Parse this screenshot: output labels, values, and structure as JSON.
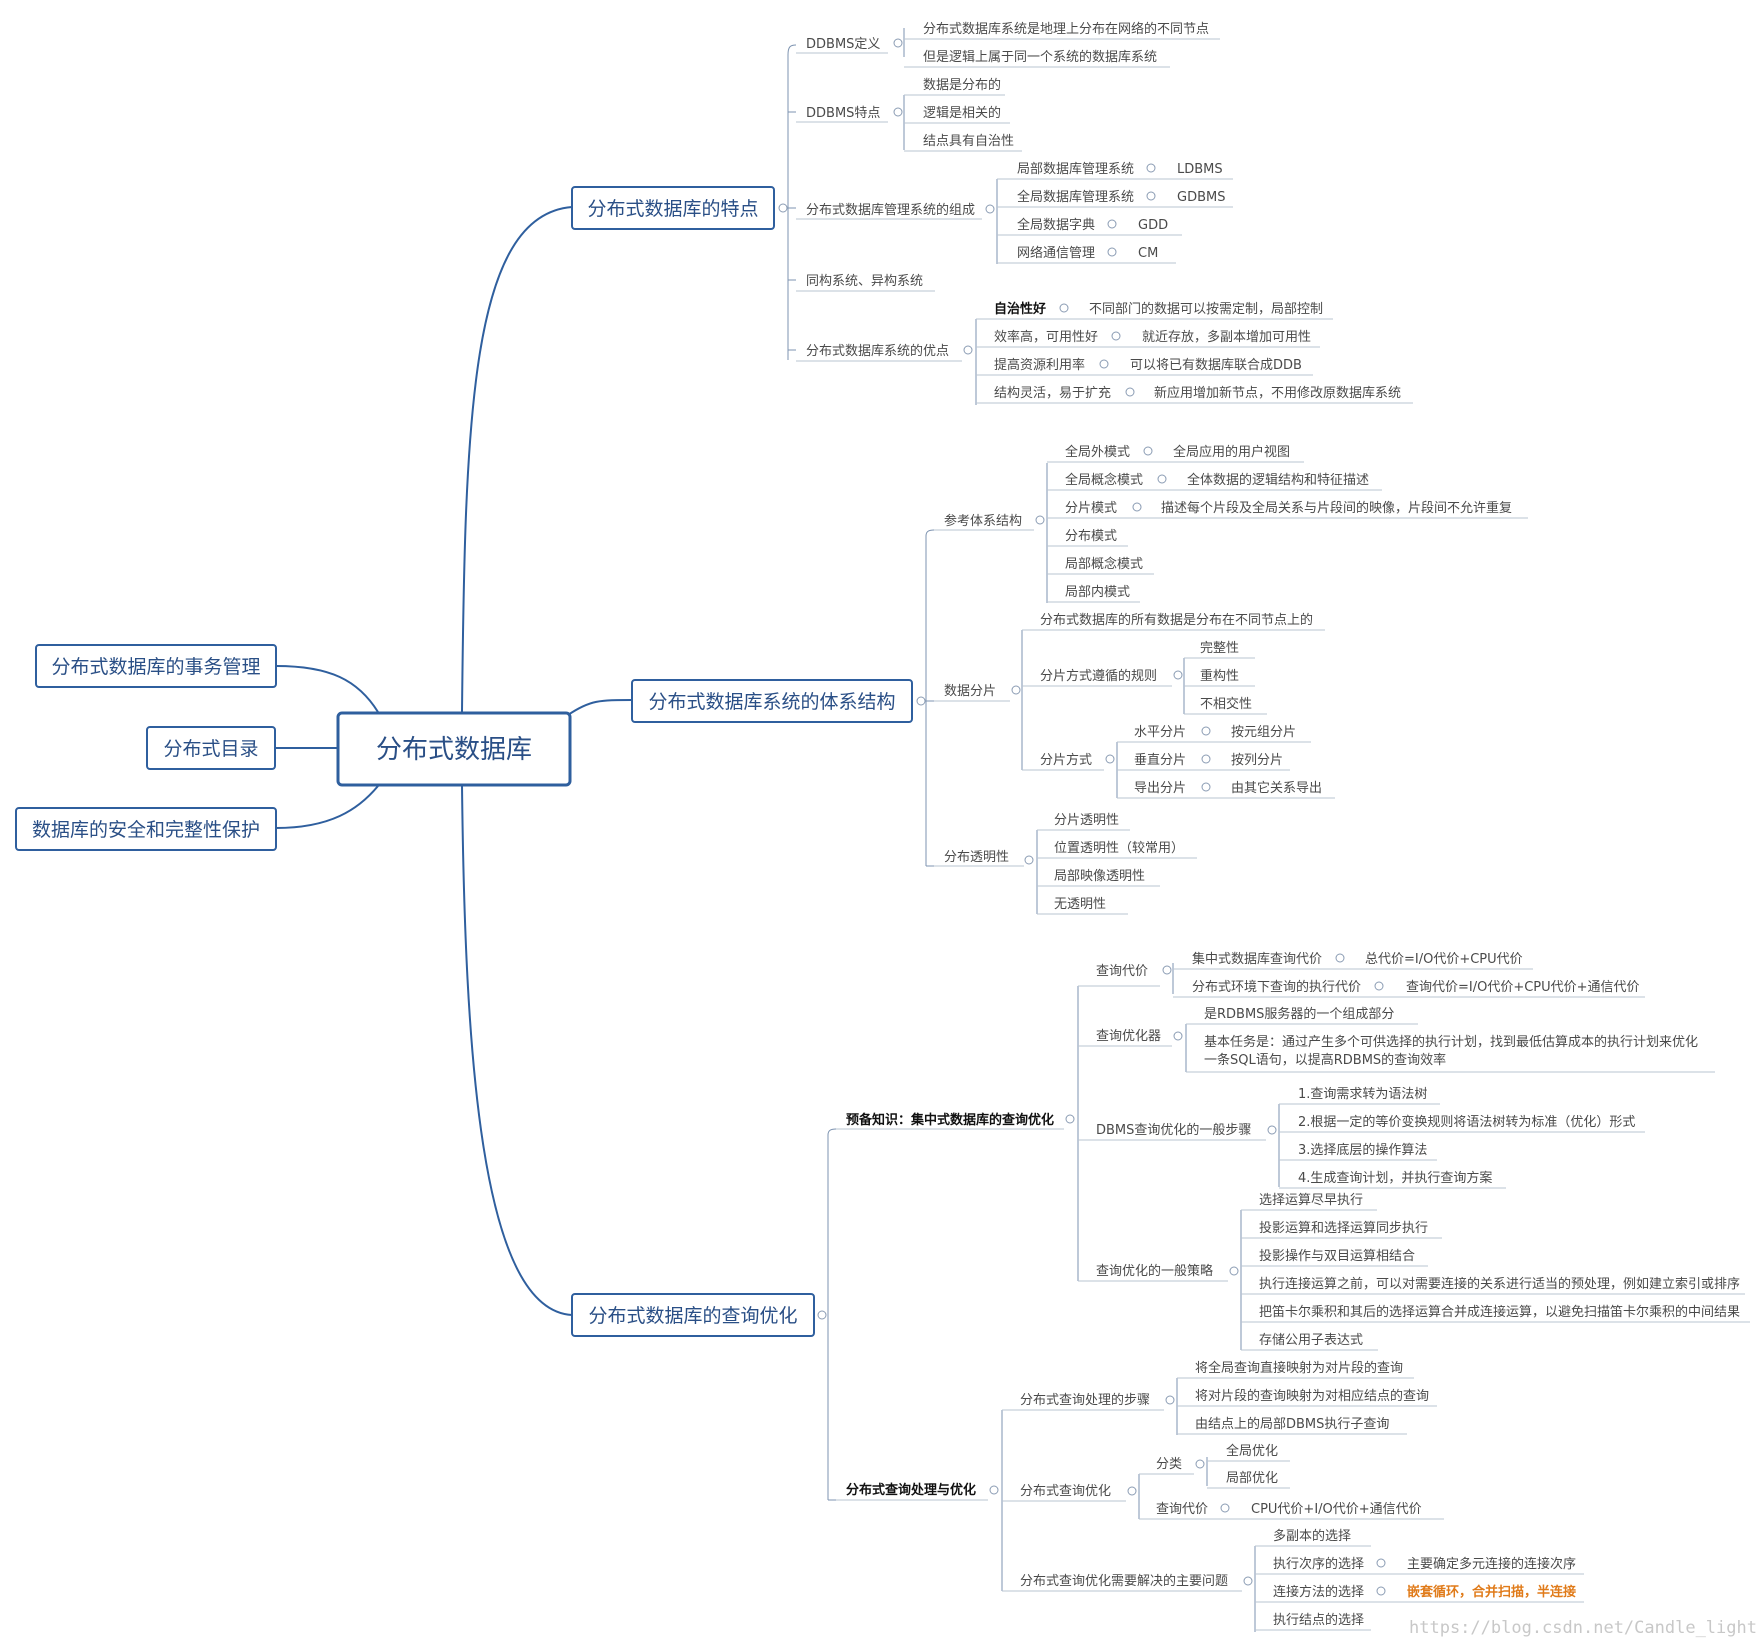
{
  "root": {
    "label": "分布式数据库"
  },
  "left": [
    {
      "label": "分布式数据库的事务管理"
    },
    {
      "label": "分布式目录"
    },
    {
      "label": "数据库的安全和完整性保护"
    }
  ],
  "b1": {
    "label": "分布式数据库的特点",
    "def": {
      "label": "DDBMS定义",
      "items": [
        "分布式数据库系统是地理上分布在网络的不同节点",
        "但是逻辑上属于同一个系统的数据库系统"
      ]
    },
    "feat": {
      "label": "DDBMS特点",
      "items": [
        "数据是分布的",
        "逻辑是相关的",
        "结点具有自治性"
      ]
    },
    "comp": {
      "label": "分布式数据库管理系统的组成",
      "items": [
        {
          "label": "局部数据库管理系统",
          "note": "LDBMS"
        },
        {
          "label": "全局数据库管理系统",
          "note": "GDBMS"
        },
        {
          "label": "全局数据字典",
          "note": "GDD"
        },
        {
          "label": "网络通信管理",
          "note": "CM"
        }
      ]
    },
    "homo": {
      "label": "同构系统、异构系统"
    },
    "adv": {
      "label": "分布式数据库系统的优点",
      "items": [
        {
          "label": "自治性好",
          "note": "不同部门的数据可以按需定制，局部控制"
        },
        {
          "label": "效率高，可用性好",
          "note": "就近存放，多副本增加可用性"
        },
        {
          "label": "提高资源利用率",
          "note": "可以将已有数据库联合成DDB"
        },
        {
          "label": "结构灵活，易于扩充",
          "note": "新应用增加新节点，不用修改原数据库系统"
        }
      ]
    }
  },
  "b2": {
    "label": "分布式数据库系统的体系结构",
    "ref": {
      "label": "参考体系结构",
      "items": [
        {
          "label": "全局外模式",
          "note": "全局应用的用户视图"
        },
        {
          "label": "全局概念模式",
          "note": "全体数据的逻辑结构和特征描述"
        },
        {
          "label": "分片模式",
          "note": "描述每个片段及全局关系与片段间的映像，片段间不允许重复"
        },
        {
          "label": "分布模式"
        },
        {
          "label": "局部概念模式"
        },
        {
          "label": "局部内模式"
        }
      ]
    },
    "frag": {
      "label": "数据分片",
      "note": "分布式数据库的所有数据是分布在不同节点上的",
      "rules": {
        "label": "分片方式遵循的规则",
        "items": [
          "完整性",
          "重构性",
          "不相交性"
        ]
      },
      "ways": {
        "label": "分片方式",
        "items": [
          {
            "label": "水平分片",
            "note": "按元组分片"
          },
          {
            "label": "垂直分片",
            "note": "按列分片"
          },
          {
            "label": "导出分片",
            "note": "由其它关系导出"
          }
        ]
      }
    },
    "trans": {
      "label": "分布透明性",
      "items": [
        "分片透明性",
        "位置透明性（较常用）",
        "局部映像透明性",
        "无透明性"
      ]
    }
  },
  "b3": {
    "label": "分布式数据库的查询优化",
    "pre": {
      "label": "预备知识：集中式数据库的查询优化",
      "cost": {
        "label": "查询代价",
        "items": [
          {
            "label": "集中式数据库查询代价",
            "note": "总代价=I/O代价+CPU代价"
          },
          {
            "label": "分布式环境下查询的执行代价",
            "note": "查询代价=I/O代价+CPU代价+通信代价"
          }
        ]
      },
      "opt": {
        "label": "查询优化器",
        "items": [
          "是RDBMS服务器的一个组成部分",
          "基本任务是：通过产生多个可供选择的执行计划，找到最低估算成本的执行计划来优化",
          "一条SQL语句，以提高RDBMS的查询效率"
        ]
      },
      "steps": {
        "label": "DBMS查询优化的一般步骤",
        "items": [
          "1.查询需求转为语法树",
          "2.根据一定的等价变换规则将语法树转为标准（优化）形式",
          "3.选择底层的操作算法",
          "4.生成查询计划，并执行查询方案"
        ]
      },
      "strat": {
        "label": "查询优化的一般策略",
        "items": [
          "选择运算尽早执行",
          "投影运算和选择运算同步执行",
          "投影操作与双目运算相结合",
          "执行连接运算之前，可以对需要连接的关系进行适当的预处理，例如建立索引或排序",
          "把笛卡尔乘积和其后的选择运算合并成连接运算，以避免扫描笛卡尔乘积的中间结果",
          "存储公用子表达式"
        ]
      }
    },
    "dist": {
      "label": "分布式查询处理与优化",
      "steps": {
        "label": "分布式查询处理的步骤",
        "items": [
          "将全局查询直接映射为对片段的查询",
          "将对片段的查询映射为对相应结点的查询",
          "由结点上的局部DBMS执行子查询"
        ]
      },
      "opt": {
        "label": "分布式查询优化",
        "cls": {
          "label": "分类",
          "items": [
            "全局优化",
            "局部优化"
          ]
        },
        "cost": {
          "label": "查询代价",
          "note": "CPU代价+I/O代价+通信代价"
        }
      },
      "issues": {
        "label": "分布式查询优化需要解决的主要问题",
        "items": [
          {
            "label": "多副本的选择"
          },
          {
            "label": "执行次序的选择",
            "note": "主要确定多元连接的连接次序"
          },
          {
            "label": "连接方法的选择",
            "note": "嵌套循环，合并扫描，半连接"
          },
          {
            "label": "执行结点的选择"
          }
        ]
      }
    }
  },
  "watermark": "https://blog.csdn.net/Candle_light",
  "colors": {
    "main": "#2f5f9e",
    "text": "#4a4a4a",
    "accent": "#e07b1a",
    "line": "#b9c4d2"
  }
}
